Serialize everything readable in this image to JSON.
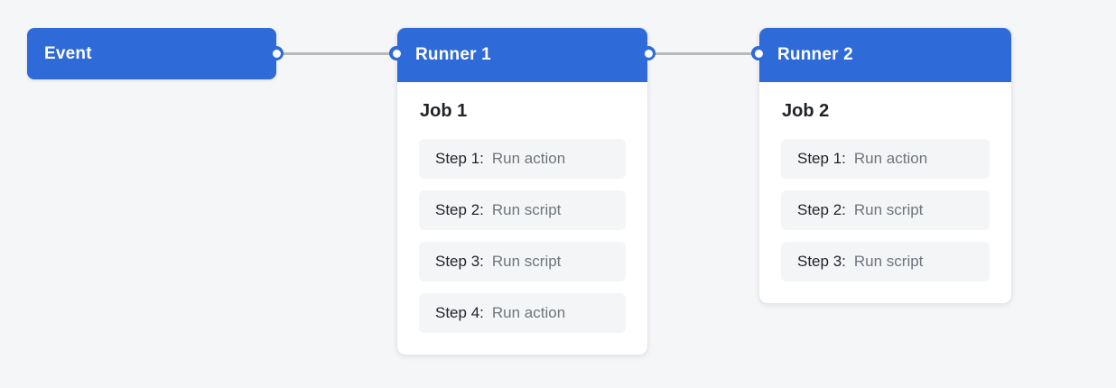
{
  "diagram": {
    "type": "workflow-diagram",
    "colors": {
      "background": "#f5f6f8",
      "accent_blue": "#2e6ad8",
      "connector_gray": "#b7babd",
      "chip_background": "#f4f5f7",
      "step_value_gray": "#6e757c"
    },
    "event": {
      "label": "Event"
    },
    "runners": [
      {
        "label": "Runner 1",
        "job": {
          "title": "Job 1",
          "steps": [
            {
              "name": "Step 1:",
              "action": "Run action"
            },
            {
              "name": "Step 2:",
              "action": "Run script"
            },
            {
              "name": "Step 3:",
              "action": "Run script"
            },
            {
              "name": "Step 4:",
              "action": "Run action"
            }
          ]
        }
      },
      {
        "label": "Runner 2",
        "job": {
          "title": "Job 2",
          "steps": [
            {
              "name": "Step 1:",
              "action": "Run action"
            },
            {
              "name": "Step 2:",
              "action": "Run script"
            },
            {
              "name": "Step 3:",
              "action": "Run script"
            }
          ]
        }
      }
    ]
  }
}
